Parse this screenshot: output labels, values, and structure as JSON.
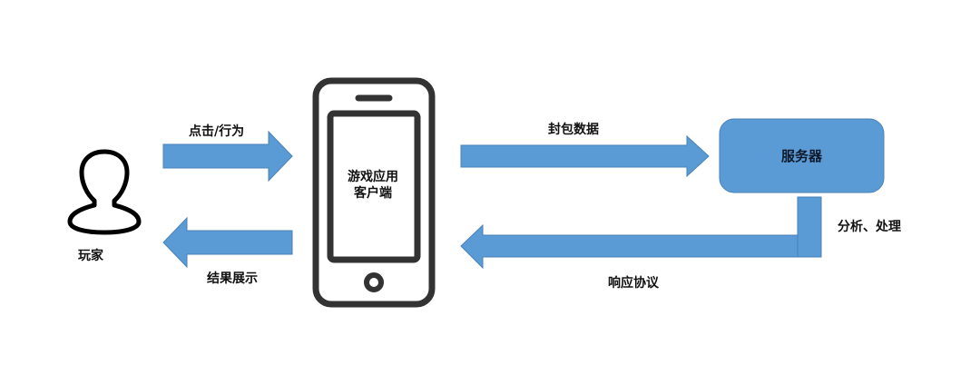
{
  "colors": {
    "arrow_fill": "#5b9bd5",
    "arrow_stroke": "#4a82b8",
    "phone_stroke": "#333333",
    "icon_stroke": "#000000",
    "server_fill": "#5b9bd5"
  },
  "nodes": {
    "player": {
      "label": "玩家",
      "icon": "user-silhouette-icon"
    },
    "client": {
      "line1": "游戏应用",
      "line2": "客户端",
      "icon": "smartphone-icon"
    },
    "server": {
      "label": "服务器"
    }
  },
  "edges": {
    "player_to_client": {
      "label": "点击/行为",
      "direction": "right"
    },
    "client_to_player": {
      "label": "结果展示",
      "direction": "left"
    },
    "client_to_server": {
      "label": "封包数据",
      "direction": "right"
    },
    "server_process": {
      "label": "分析、处理"
    },
    "server_to_client": {
      "label": "响应协议",
      "direction": "left"
    }
  }
}
